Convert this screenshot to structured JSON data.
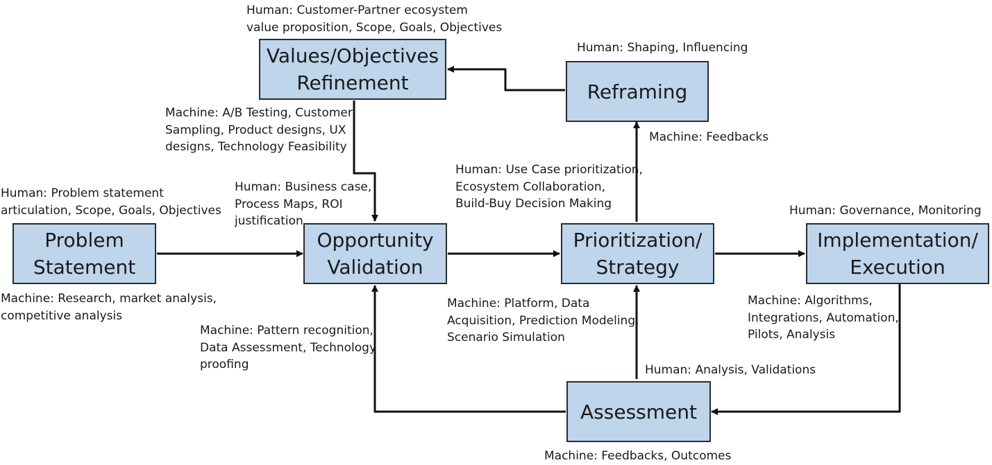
{
  "colors": {
    "box_fill": "#bed5ec",
    "box_border": "#2b2b2b",
    "arrow": "#111111"
  },
  "boxes": {
    "values": [
      "Values/Objectives",
      "Refinement"
    ],
    "reframing": [
      "Reframing"
    ],
    "problem": [
      "Problem",
      "Statement"
    ],
    "opportunity": [
      "Opportunity",
      "Validation"
    ],
    "prioritization": [
      "Prioritization/",
      "Strategy"
    ],
    "implementation": [
      "Implementation/",
      "Execution"
    ],
    "assessment": [
      "Assessment"
    ]
  },
  "labels": {
    "values_human": [
      "Human: Customer-Partner ecosystem",
      "value proposition, Scope, Goals, Objectives"
    ],
    "reframing_human": [
      "Human: Shaping, Influencing"
    ],
    "values_machine": [
      "Machine: A/B Testing, Customer",
      "Sampling, Product designs, UX",
      "designs, Technology Feasibility"
    ],
    "reframing_machine": [
      "Machine: Feedbacks"
    ],
    "prioritization_human": [
      "Human: Use Case prioritization,",
      "Ecosystem Collaboration,",
      "Build-Buy Decision Making"
    ],
    "problem_human": [
      "Human: Problem statement",
      "articulation, Scope, Goals, Objectives"
    ],
    "opportunity_human": [
      "Human: Business case,",
      "Process Maps, ROI",
      "justification"
    ],
    "implementation_human": [
      "Human: Governance, Monitoring"
    ],
    "problem_machine": [
      "Machine: Research, market analysis,",
      "competitive analysis"
    ],
    "prioritization_machine": [
      "Machine: Platform, Data",
      "Acquisition, Prediction Modeling,",
      "Scenario Simulation"
    ],
    "implementation_machine": [
      "Machine: Algorithms,",
      "Integrations, Automation,",
      "Pilots, Analysis"
    ],
    "opportunity_machine": [
      "Machine: Pattern recognition,",
      "Data Assessment, Technology",
      "proofing"
    ],
    "assessment_human": [
      "Human: Analysis, Validations"
    ],
    "assessment_machine": [
      "Machine: Feedbacks, Outcomes"
    ]
  }
}
